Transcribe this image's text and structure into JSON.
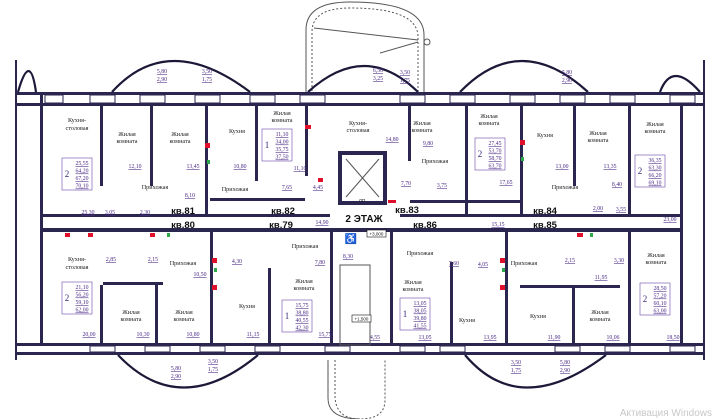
{
  "floor_label": "2 ЭТАЖ",
  "elevations": {
    "upper": "+3,000",
    "lower": "+1,500",
    "lift": "ЛП"
  },
  "apartments": [
    "кв.81",
    "кв.82",
    "кв.83",
    "кв.84",
    "кв.80",
    "кв.79",
    "кв.86",
    "кв.85"
  ],
  "summaries": [
    {
      "rooms": "2",
      "areas": [
        "25,55",
        "64,20",
        "67,20",
        "70,10"
      ]
    },
    {
      "rooms": "1",
      "areas": [
        "11,10",
        "34,00",
        "35,75",
        "37,50"
      ]
    },
    {
      "rooms": "2",
      "areas": [
        "27,45",
        "53,70",
        "58,70",
        "63,70"
      ]
    },
    {
      "rooms": "2",
      "areas": [
        "36,35",
        "63,30",
        "66,20",
        "69,10"
      ]
    },
    {
      "rooms": "2",
      "areas": [
        "21,10",
        "56,20",
        "59,10",
        "62,00"
      ]
    },
    {
      "rooms": "1",
      "areas": [
        "15,75",
        "38,80",
        "40,55",
        "42,30"
      ]
    },
    {
      "rooms": "1",
      "areas": [
        "13,05",
        "38,05",
        "39,80",
        "41,55"
      ]
    },
    {
      "rooms": "2",
      "areas": [
        "28,50",
        "57,20",
        "60,10",
        "63,00"
      ]
    }
  ],
  "balconies": [
    [
      "5,80",
      "2,90"
    ],
    [
      "3,50",
      "1,75"
    ],
    [
      "6,50",
      "3,25"
    ],
    [
      "3,50",
      "1,75"
    ],
    [
      "5,80",
      "2,90"
    ],
    [
      "3,50",
      "1,75"
    ],
    [
      "5,80",
      "2,90"
    ],
    [
      "3,50",
      "1,75"
    ],
    [
      "5,80",
      "2,90"
    ]
  ],
  "rooms": {
    "kitchen_dining": "Кухня-",
    "kitchen_dining_2": "столовая",
    "living_1": "Жилая",
    "living_2": "комната",
    "kitchen": "Кухня",
    "hall": "Прихожая"
  },
  "areas": [
    "12,10",
    "13,45",
    "10,80",
    "11,10",
    "8,10",
    "7,65",
    "4,45",
    "25,30",
    "3,05",
    "2,30",
    "14,90",
    "14,80",
    "9,80",
    "7,70",
    "3,75",
    "17,65",
    "13,00",
    "13,35",
    "8,40",
    "2,00",
    "3,55",
    "23,00",
    "15,15",
    "8,30",
    "2,85",
    "2,15",
    "10,50",
    "4,30",
    "7,80",
    "10,30",
    "10,80",
    "20,00",
    "11,15",
    "15,75",
    "4,55",
    "7,60",
    "4,05",
    "13,05",
    "13,95",
    "2,15",
    "3,30",
    "11,95",
    "11,90",
    "10,06",
    "18,50"
  ],
  "watermark": "Активация Windows",
  "colors": {
    "wall": "#2b2650",
    "area_text": "#4b2a86",
    "door_marker": "#e0102a",
    "valve": "#2ea84a"
  }
}
